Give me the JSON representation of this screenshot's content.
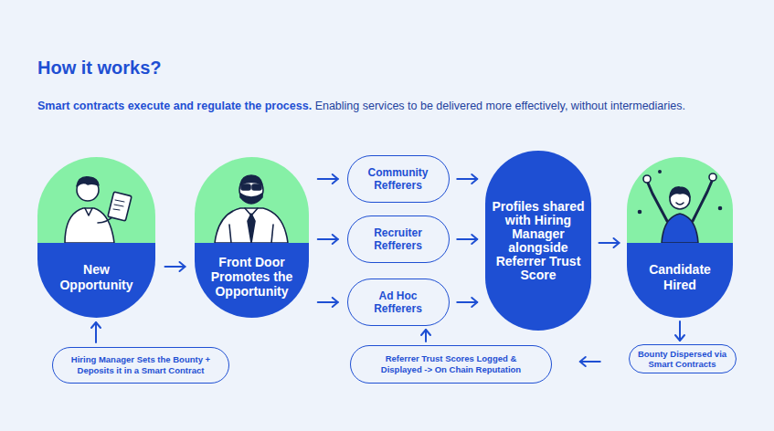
{
  "diagram": {
    "title": "How it works?",
    "nodes": [
      {
        "text": [
          "New Opportunity"
        ]
      },
      {
        "text": [
          "Front Door Promotes the Opportunity"
        ]
      },
      {
        "text": [
          "Community Refferers"
        ]
      },
      {
        "text": [
          "Recruiter Refferers"
        ]
      },
      {
        "text": [
          "Ad Hoc Refferers"
        ]
      },
      {
        "text": [
          "Profiles shared with Hiring Manager alongside Referrer Trust Score"
        ]
      },
      {
        "text": [
          "Candidate Hired"
        ]
      },
      {
        "text": [
          "Hiring Manager Sets the Bounty + Deposits it in a Smart Contract"
        ]
      },
      {
        "text": [
          "Referrer Trust Scores Logged & Displayed -> On Chain Reputation"
        ]
      },
      {
        "text": [
          "Bounty Dispersed via Smart Contracts"
        ]
      }
    ],
    "edges": [
      {
        "from": 0,
        "to": 1,
        "arrow": "to"
      },
      {
        "from": 1,
        "to": 2,
        "arrow": "to"
      },
      {
        "from": 1,
        "to": 3,
        "arrow": "to"
      },
      {
        "from": 1,
        "to": 4,
        "arrow": "to"
      },
      {
        "from": 2,
        "to": 5,
        "arrow": "to"
      },
      {
        "from": 3,
        "to": 5,
        "arrow": "to"
      },
      {
        "from": 4,
        "to": 5,
        "arrow": "to"
      },
      {
        "from": 5,
        "to": 6,
        "arrow": "to"
      },
      {
        "from": 6,
        "to": 9,
        "arrow": "to"
      },
      {
        "from": 9,
        "to": 8,
        "arrow": "to"
      },
      {
        "from": 8,
        "to": 4,
        "arrow": "to"
      },
      {
        "from": 7,
        "to": 0,
        "arrow": "to"
      }
    ],
    "labels": [
      "Smart contracts execute and regulate the process.",
      "Enabling services to be delivered more effectively, without intermediaries."
    ]
  }
}
